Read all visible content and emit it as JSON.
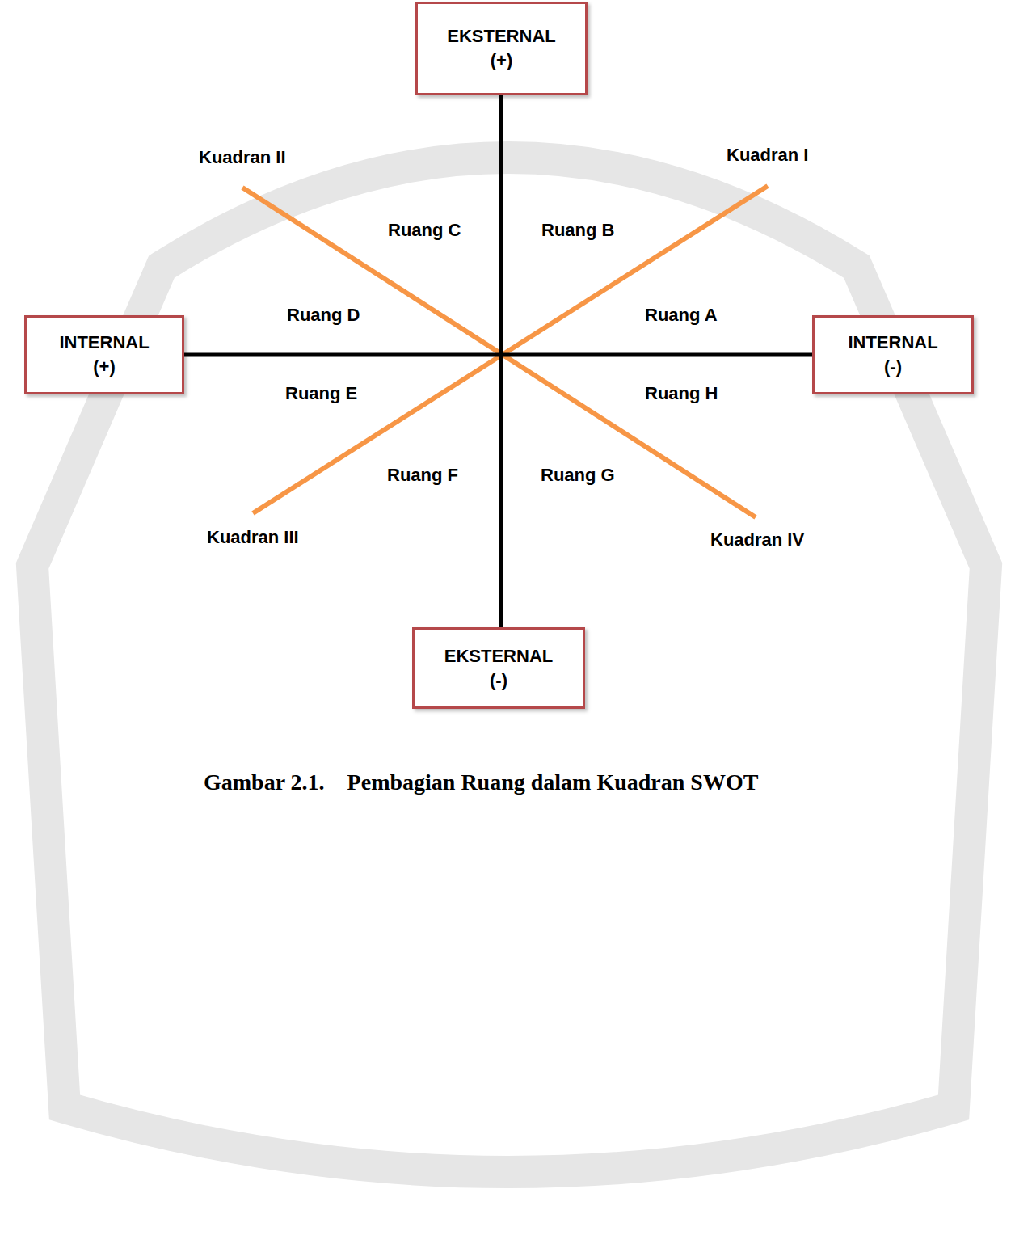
{
  "diagram": {
    "caption": "Gambar 2.1.    Pembagian Ruang dalam Kuadran SWOT",
    "nodes": [
      {
        "text": [
          "EKSTERNAL",
          "(+)"
        ]
      },
      {
        "text": [
          "INTERNAL",
          "(+)"
        ]
      },
      {
        "text": [
          "INTERNAL",
          "(-)"
        ]
      },
      {
        "text": [
          "EKSTERNAL",
          "(-)"
        ]
      }
    ],
    "edges": [
      {
        "from": 0,
        "to": 3,
        "arrow": "none"
      },
      {
        "from": 1,
        "to": 2,
        "arrow": "none"
      }
    ],
    "labels": [
      "Kuadran II",
      "Kuadran I",
      "Ruang C",
      "Ruang B",
      "Ruang D",
      "Ruang A",
      "Ruang E",
      "Ruang H",
      "Ruang F",
      "Ruang G",
      "Kuadran III",
      "Kuadran IV"
    ]
  }
}
